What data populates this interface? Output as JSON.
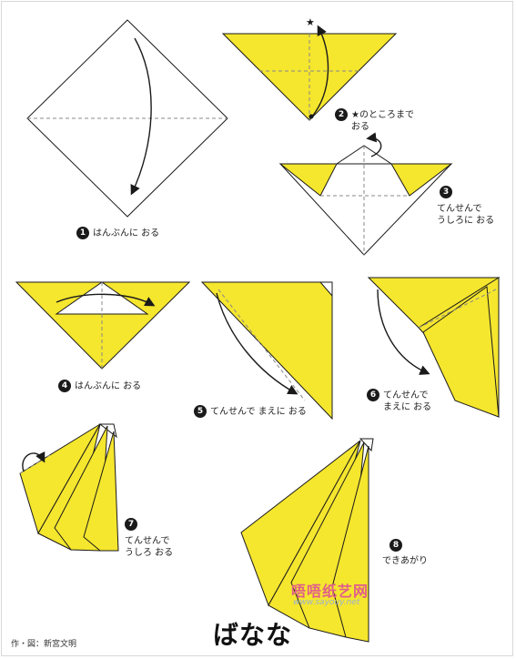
{
  "steps": [
    {
      "num": "1",
      "text": "はんぶんに おる"
    },
    {
      "num": "2",
      "star": "★",
      "text": "のところまで\nおる"
    },
    {
      "num": "3",
      "text": "てんせんで\nうしろに おる"
    },
    {
      "num": "4",
      "text": "はんぶんに おる"
    },
    {
      "num": "5",
      "text": "てんせんで まえに おる"
    },
    {
      "num": "6",
      "text": "てんせんで\nまえに おる"
    },
    {
      "num": "7",
      "text": "てんせんで\nうしろ おる"
    },
    {
      "num": "8",
      "text": "できあがり"
    }
  ],
  "title": "ばなな",
  "credit": "作・図：新宮文明",
  "watermark": {
    "name": "唔唔纸艺网",
    "url": "www.sayouy.net"
  },
  "colors": {
    "paper": "#f5e62e",
    "line": "#1a1a1a",
    "fold": "#888888"
  }
}
